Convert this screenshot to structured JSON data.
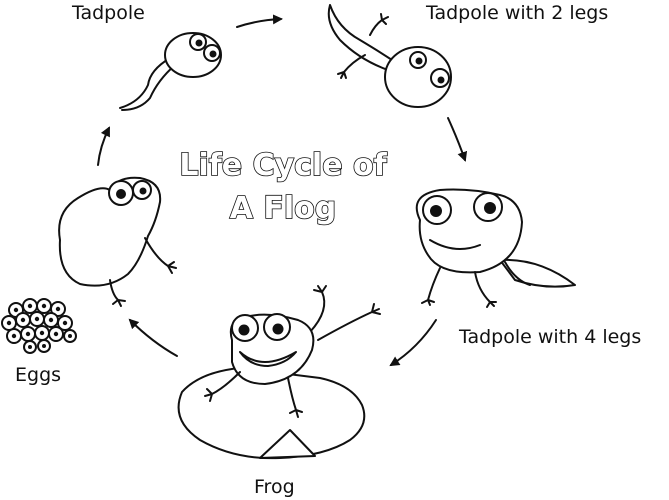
{
  "diagram": {
    "title_line1": "Life Cycle of",
    "title_line2": "A Flog",
    "stages": {
      "tadpole": "Tadpole",
      "tadpole_2_legs": "Tadpole with 2 legs",
      "tadpole_4_legs": "Tadpole with 4 legs",
      "frog": "Frog",
      "eggs": "Eggs"
    }
  }
}
